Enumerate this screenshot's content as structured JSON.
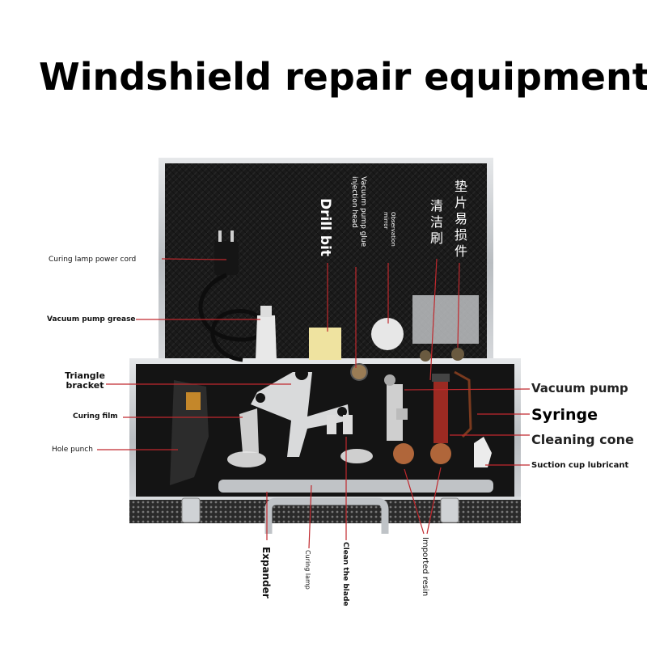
{
  "title": "Windshield repair equipment",
  "labels": {
    "curing_lamp_power_cord": "Curing lamp power cord",
    "vacuum_pump_grease": "Vacuum pump grease",
    "triangle_bracket_1": "Triangle",
    "triangle_bracket_2": "bracket",
    "curing_film": "Curing film",
    "hole_punch": "Hole punch",
    "drill_bit": "Drill bit",
    "vacuum_pump_glue_injection_head": "Vacuum pump glue injection head",
    "observation_mirror": "Observation mirror",
    "cleaning_brush_cn": "清洁刷",
    "gasket_wear_parts_cn": "垫片易损件",
    "vacuum_pump": "Vacuum pump",
    "syringe": "Syringe",
    "cleaning_cone": "Cleaning cone",
    "suction_cup_lubricant": "Suction cup lubricant",
    "expander": "Expander",
    "curing_lamp": "Curing lamp",
    "clean_the_blade": "Clean the blade",
    "imported_resin": "Imported resin"
  },
  "colors": {
    "background": "#ffffff",
    "case_aluminum": "#c9ccd0",
    "foam_dark": "#1b1b1b",
    "pointer_line": "#c0282d"
  }
}
